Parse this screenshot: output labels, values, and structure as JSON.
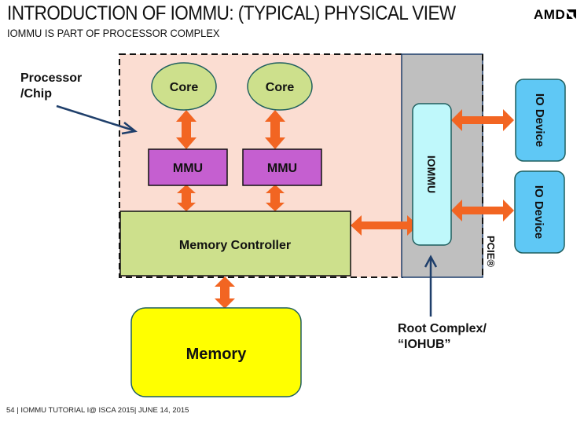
{
  "header": {
    "title": "INTRODUCTION OF IOMMU: (TYPICAL) PHYSICAL VIEW",
    "subtitle": "IOMMU IS PART OF PROCESSOR COMPLEX",
    "logo": "AMD"
  },
  "footer": {
    "text": "54  |  IOMMU TUTORIAL I@ ISCA 2015|  JUNE 14, 2015"
  },
  "diagram": {
    "annotations": {
      "processor_line1": "Processor",
      "processor_line2": "/Chip",
      "root_line1": "Root Complex/",
      "root_line2": "“IOHUB”",
      "pcie": "PCIE®"
    },
    "nodes": {
      "core1": "Core",
      "core2": "Core",
      "mmu1": "MMU",
      "mmu2": "MMU",
      "memory_controller": "Memory Controller",
      "iommu": "IOMMU",
      "io_device1": "IO Device",
      "io_device2": "IO Device",
      "memory": "Memory"
    },
    "colors": {
      "processor_bg": "#fbddd2",
      "root_complex_bg": "#bfbfbf",
      "core_fill": "#cde08c",
      "mmu_fill": "#c55fd0",
      "memctrl_fill": "#cde08c",
      "iommu_fill": "#bff8fb",
      "io_device_fill": "#5fc8f5",
      "memory_fill": "#ffff00",
      "arrow": "#f26522",
      "pointer_arrow": "#1f3f6b"
    }
  }
}
